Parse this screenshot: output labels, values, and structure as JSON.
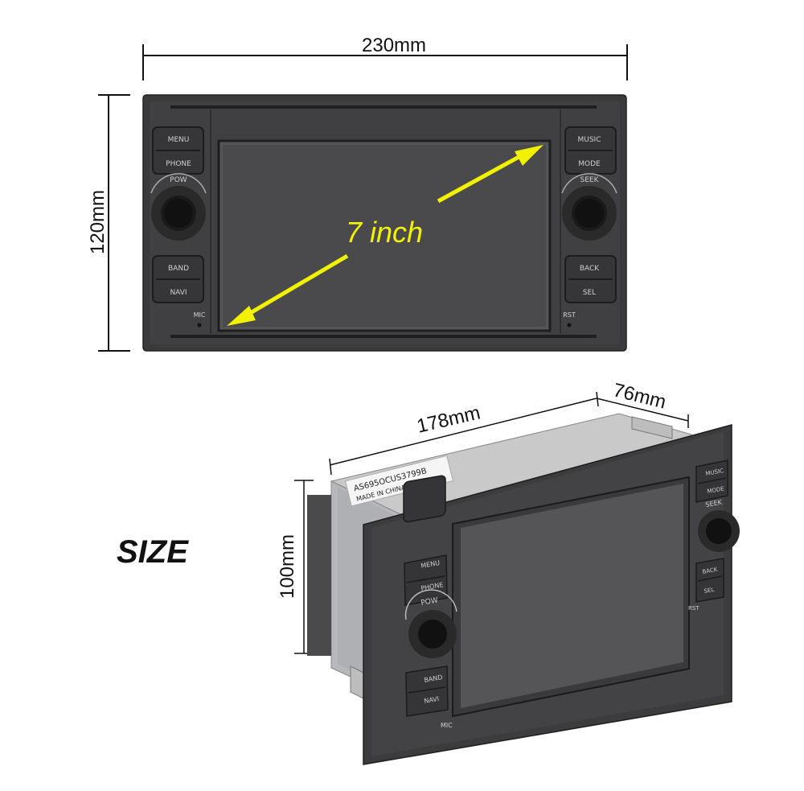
{
  "dimensions": {
    "width": "230mm",
    "height": "120mm",
    "depth": "178mm",
    "back_depth": "76mm",
    "chassis_height": "100mm"
  },
  "screen_size": "7 inch",
  "section_label": "SIZE",
  "front_panel": {
    "left_buttons": [
      {
        "top": "MENU",
        "bottom": "PHONE"
      },
      {
        "top": "BAND",
        "bottom": "NAVI"
      }
    ],
    "right_buttons": [
      {
        "top": "MUSIC",
        "bottom": "MODE"
      },
      {
        "top": "BACK",
        "bottom": "SEL"
      }
    ],
    "left_knob_label": "POW",
    "right_knob_label": "SEEK",
    "mic_label": "MIC",
    "rst_label": "RST"
  },
  "chassis_sticker": {
    "line1": "AS695OCUS3799B",
    "line2": "MADE IN CHINA"
  },
  "colors": {
    "panel": "#3d3d3f",
    "screen": "#4a4a4c",
    "arrow": "#f2f200"
  }
}
